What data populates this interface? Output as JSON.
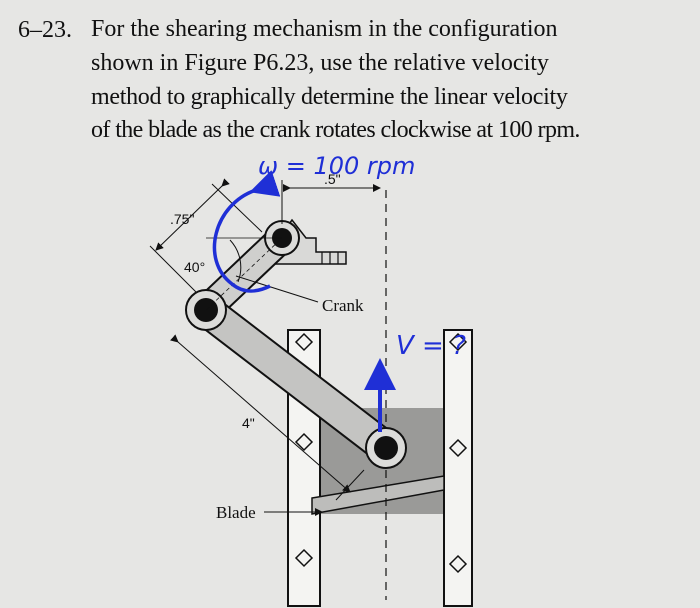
{
  "problem": {
    "number": "6–23.",
    "lines": [
      "For the shearing mechanism in the configuration",
      "shown in Figure P6.23, use the relative velocity",
      "method to graphically determine the linear velocity",
      "of the blade as the crank rotates clockwise at 100 rpm."
    ]
  },
  "figure": {
    "dim_crank_offset": ".5\"",
    "dim_pivot_offset": ".75\"",
    "dim_angle": "40°",
    "dim_link_length": "4\"",
    "label_crank": "Crank",
    "label_blade": "Blade"
  },
  "handwriting": {
    "omega": "ω = 100 rpm",
    "velocity": "V = ?",
    "color": "#1f2fd6"
  }
}
